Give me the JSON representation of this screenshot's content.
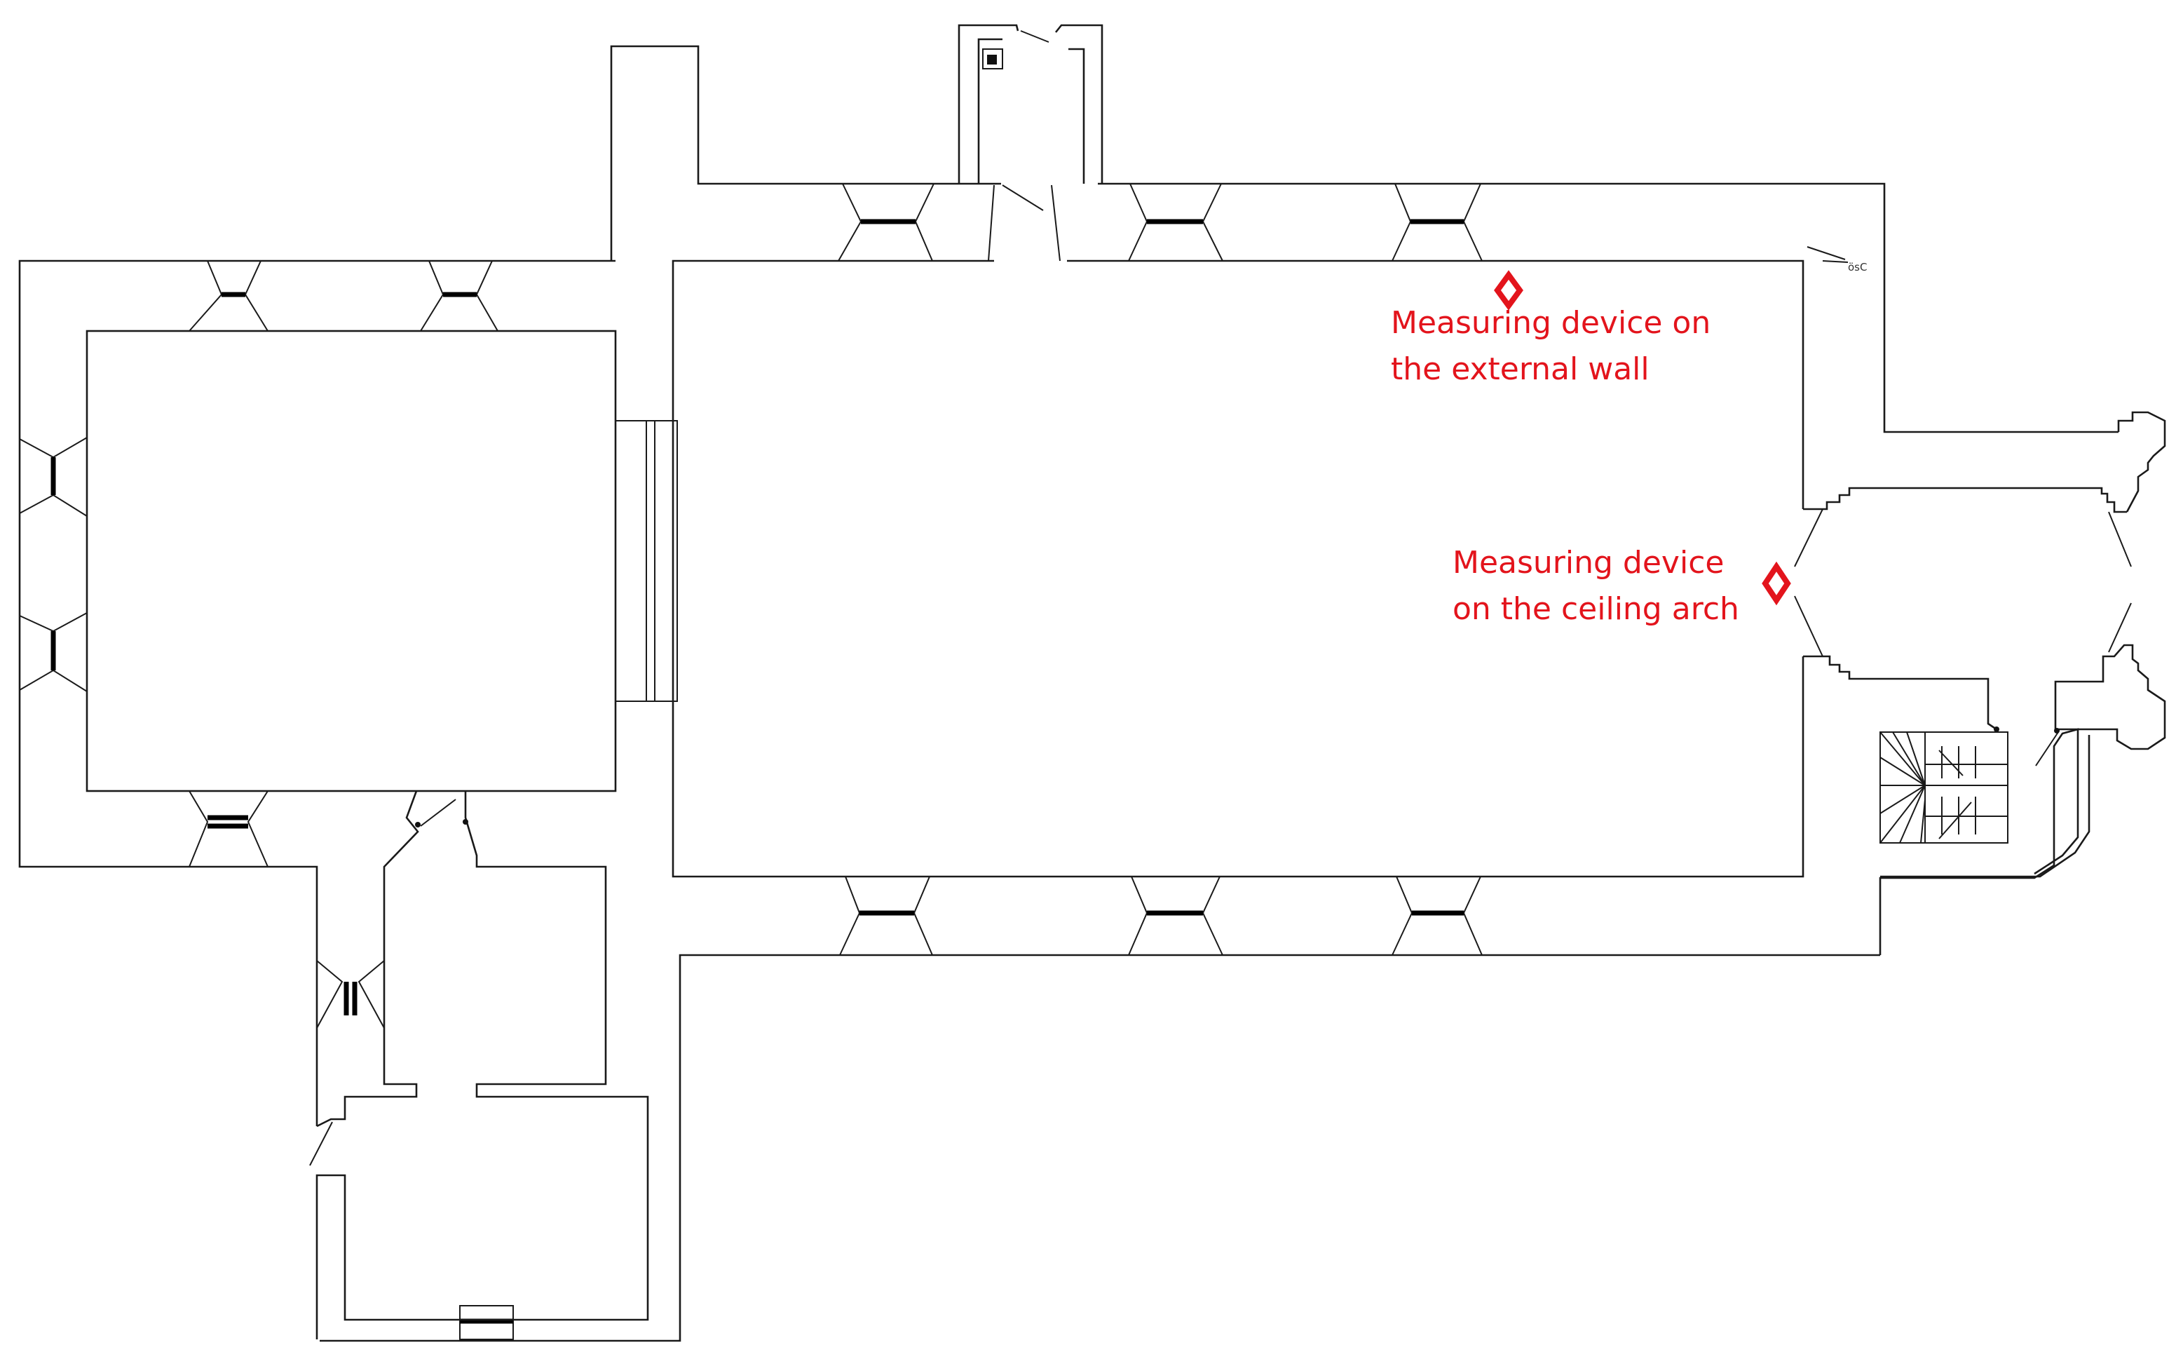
{
  "annotations": {
    "external_wall": {
      "line1": "Measuring device on",
      "line2": "the external wall",
      "marker": "diamond-marker"
    },
    "ceiling_arch": {
      "line1": "Measuring device",
      "line2": "on the ceiling arch",
      "marker": "diamond-marker"
    }
  },
  "north_arrow": {
    "label": "ӧѕС"
  },
  "colors": {
    "annotation": "#e3141c",
    "walls": "#1a1a1a",
    "background": "#ffffff"
  }
}
